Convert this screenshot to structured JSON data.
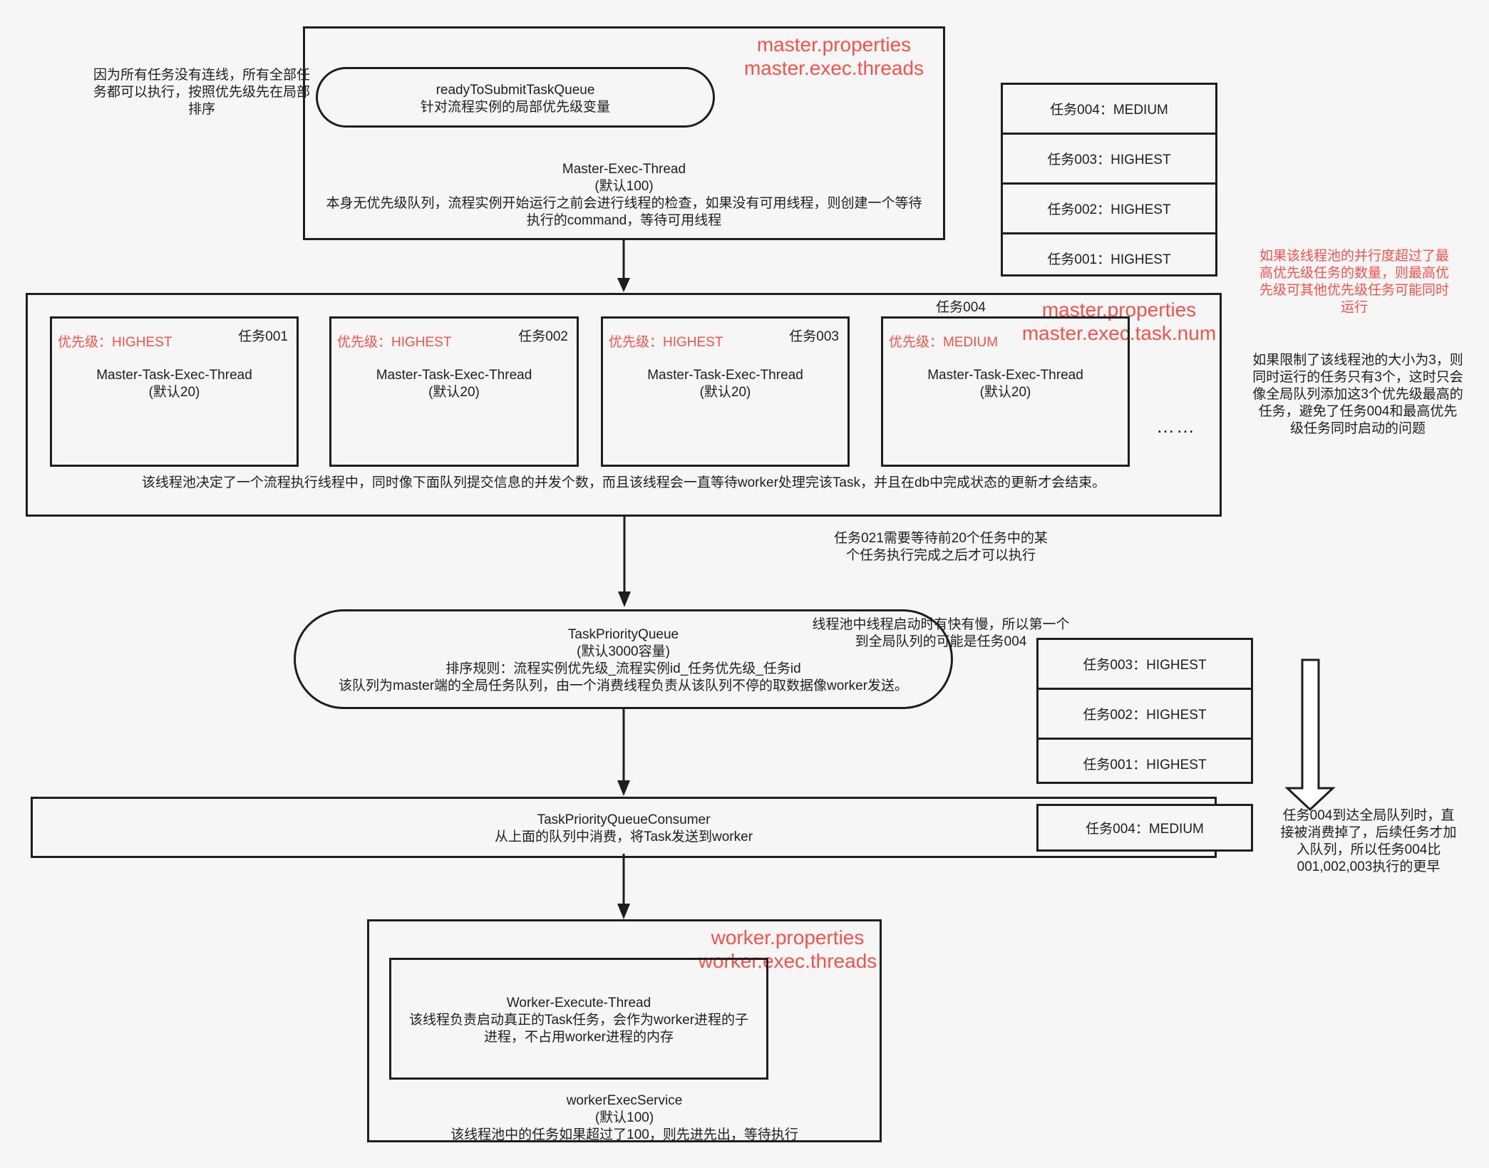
{
  "notes": {
    "top_left": "因为所有任务没有连线，所有全部任\n务都可以执行，按照优先级先在局部\n排序",
    "right_red": "如果该线程池的并行度超过了最\n高优先级任务的数量，则最高优\n先级可其他优先级任务可能同时\n运行",
    "right_black": "如果限制了该线程池的大小为3，则\n同时运行的任务只有3个，这时只会\n像全局队列添加这3个优先级最高的\n任务，避免了任务004和最高优先\n级任务同时启动的问题",
    "task021": "任务021需要等待前20个任务中的某\n个任务执行完成之后才可以执行",
    "thread_start": "线程池中线程启动时有快有慢，所以第一个\n到全局队列的可能是任务004",
    "consume_004": "任务004到达全局队列时，直\n接被消费掉了，后续任务才加\n入队列，所以任务004比\n001,002,003执行的更早"
  },
  "master_exec": {
    "config": "master.properties\nmaster.exec.threads",
    "queue": "readyToSubmitTaskQueue\n针对流程实例的局部优先级变量",
    "desc": "Master-Exec-Thread\n(默认100)\n本身无优先级队列，流程实例开始运行之前会进行线程的检查，如果没有可用线程，则创建一个等待\n执行的command，等待可用线程"
  },
  "local_queue": [
    "任务004：MEDIUM",
    "任务003：HIGHEST",
    "任务002：HIGHEST",
    "任务001：HIGHEST"
  ],
  "task_exec": {
    "config": "master.properties\nmaster.exec.task.num",
    "outside_label": "任务004",
    "ellipsis": "……",
    "desc": "该线程池决定了一个流程执行线程中，同时像下面队列提交信息的并发个数，而且该线程会一直等待worker处理完该Task，并且在db中完成状态的更新才会结束。",
    "tasks": [
      {
        "priority": "优先级：HIGHEST",
        "id": "任务001",
        "name": "Master-Task-Exec-Thread\n(默认20)"
      },
      {
        "priority": "优先级：HIGHEST",
        "id": "任务002",
        "name": "Master-Task-Exec-Thread\n(默认20)"
      },
      {
        "priority": "优先级：HIGHEST",
        "id": "任务003",
        "name": "Master-Task-Exec-Thread\n(默认20)"
      },
      {
        "priority": "优先级：MEDIUM",
        "id": "",
        "name": "Master-Task-Exec-Thread\n(默认20)"
      }
    ]
  },
  "priority_queue": {
    "desc": "TaskPriorityQueue\n(默认3000容量)\n排序规则：流程实例优先级_流程实例id_任务优先级_任务id\n该队列为master端的全局任务队列，由一个消费线程负责从该队列不停的取数据像worker发送。"
  },
  "global_queue": [
    "任务003：HIGHEST",
    "任务002：HIGHEST",
    "任务001：HIGHEST"
  ],
  "consumer": {
    "desc": "TaskPriorityQueueConsumer\n从上面的队列中消费，将Task发送到worker",
    "consumed": "任务004：MEDIUM"
  },
  "worker": {
    "config": "worker.properties\nworker.exec.threads",
    "inner": "Worker-Execute-Thread\n该线程负责启动真正的Task任务，会作为worker进程的子\n进程，不占用worker进程的内存",
    "desc": "workerExecService\n(默认100)\n该线程池中的任务如果超过了100，则先进先出，等待执行"
  }
}
